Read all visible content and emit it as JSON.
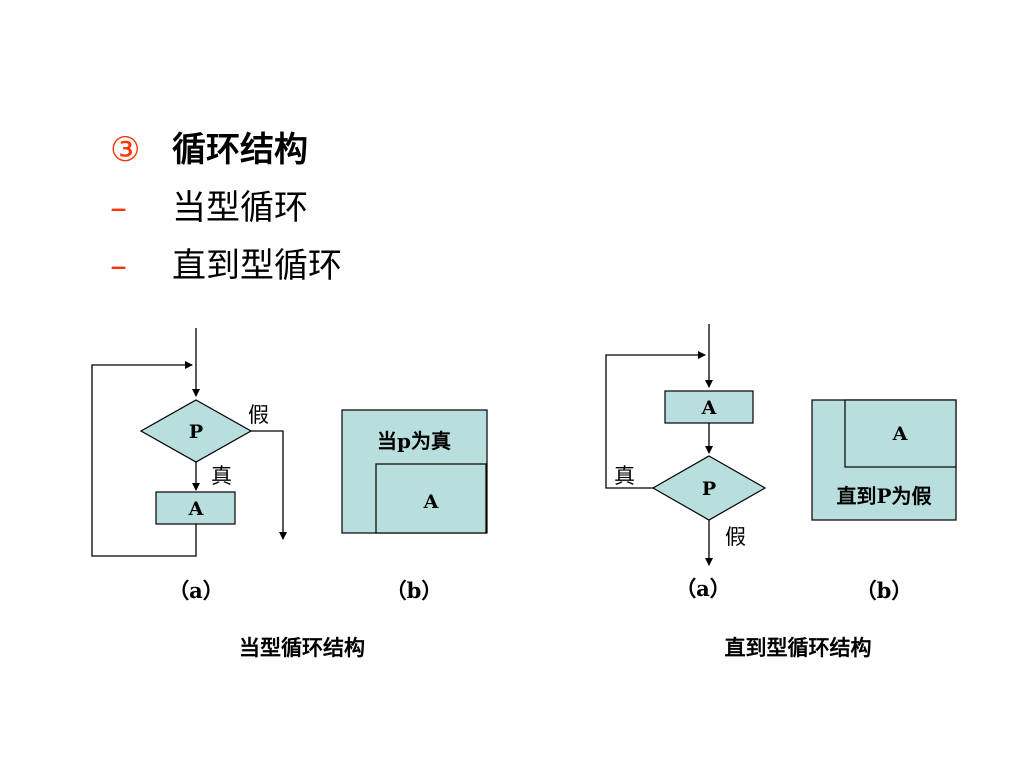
{
  "heading": {
    "number": "③",
    "title": "循环结构",
    "items": [
      "当型循环",
      "直到型循环"
    ],
    "dash": "–",
    "accent_color": "#ff3300"
  },
  "while_loop": {
    "flow": {
      "condition": "P",
      "true_label": "真",
      "false_label": "假",
      "action": "A"
    },
    "nsd": {
      "condition": "当p为真",
      "action": "A"
    },
    "caption_a": "（a）",
    "caption_b": "（b）",
    "title": "当型循环结构"
  },
  "until_loop": {
    "flow": {
      "condition": "P",
      "true_label": "真",
      "false_label": "假",
      "action": "A"
    },
    "nsd": {
      "condition": "直到P为假",
      "action": "A"
    },
    "caption_a": "（a）",
    "caption_b": "（b）",
    "title": "直到型循环结构"
  },
  "colors": {
    "box_fill": "#b9dede",
    "line": "#000000"
  }
}
